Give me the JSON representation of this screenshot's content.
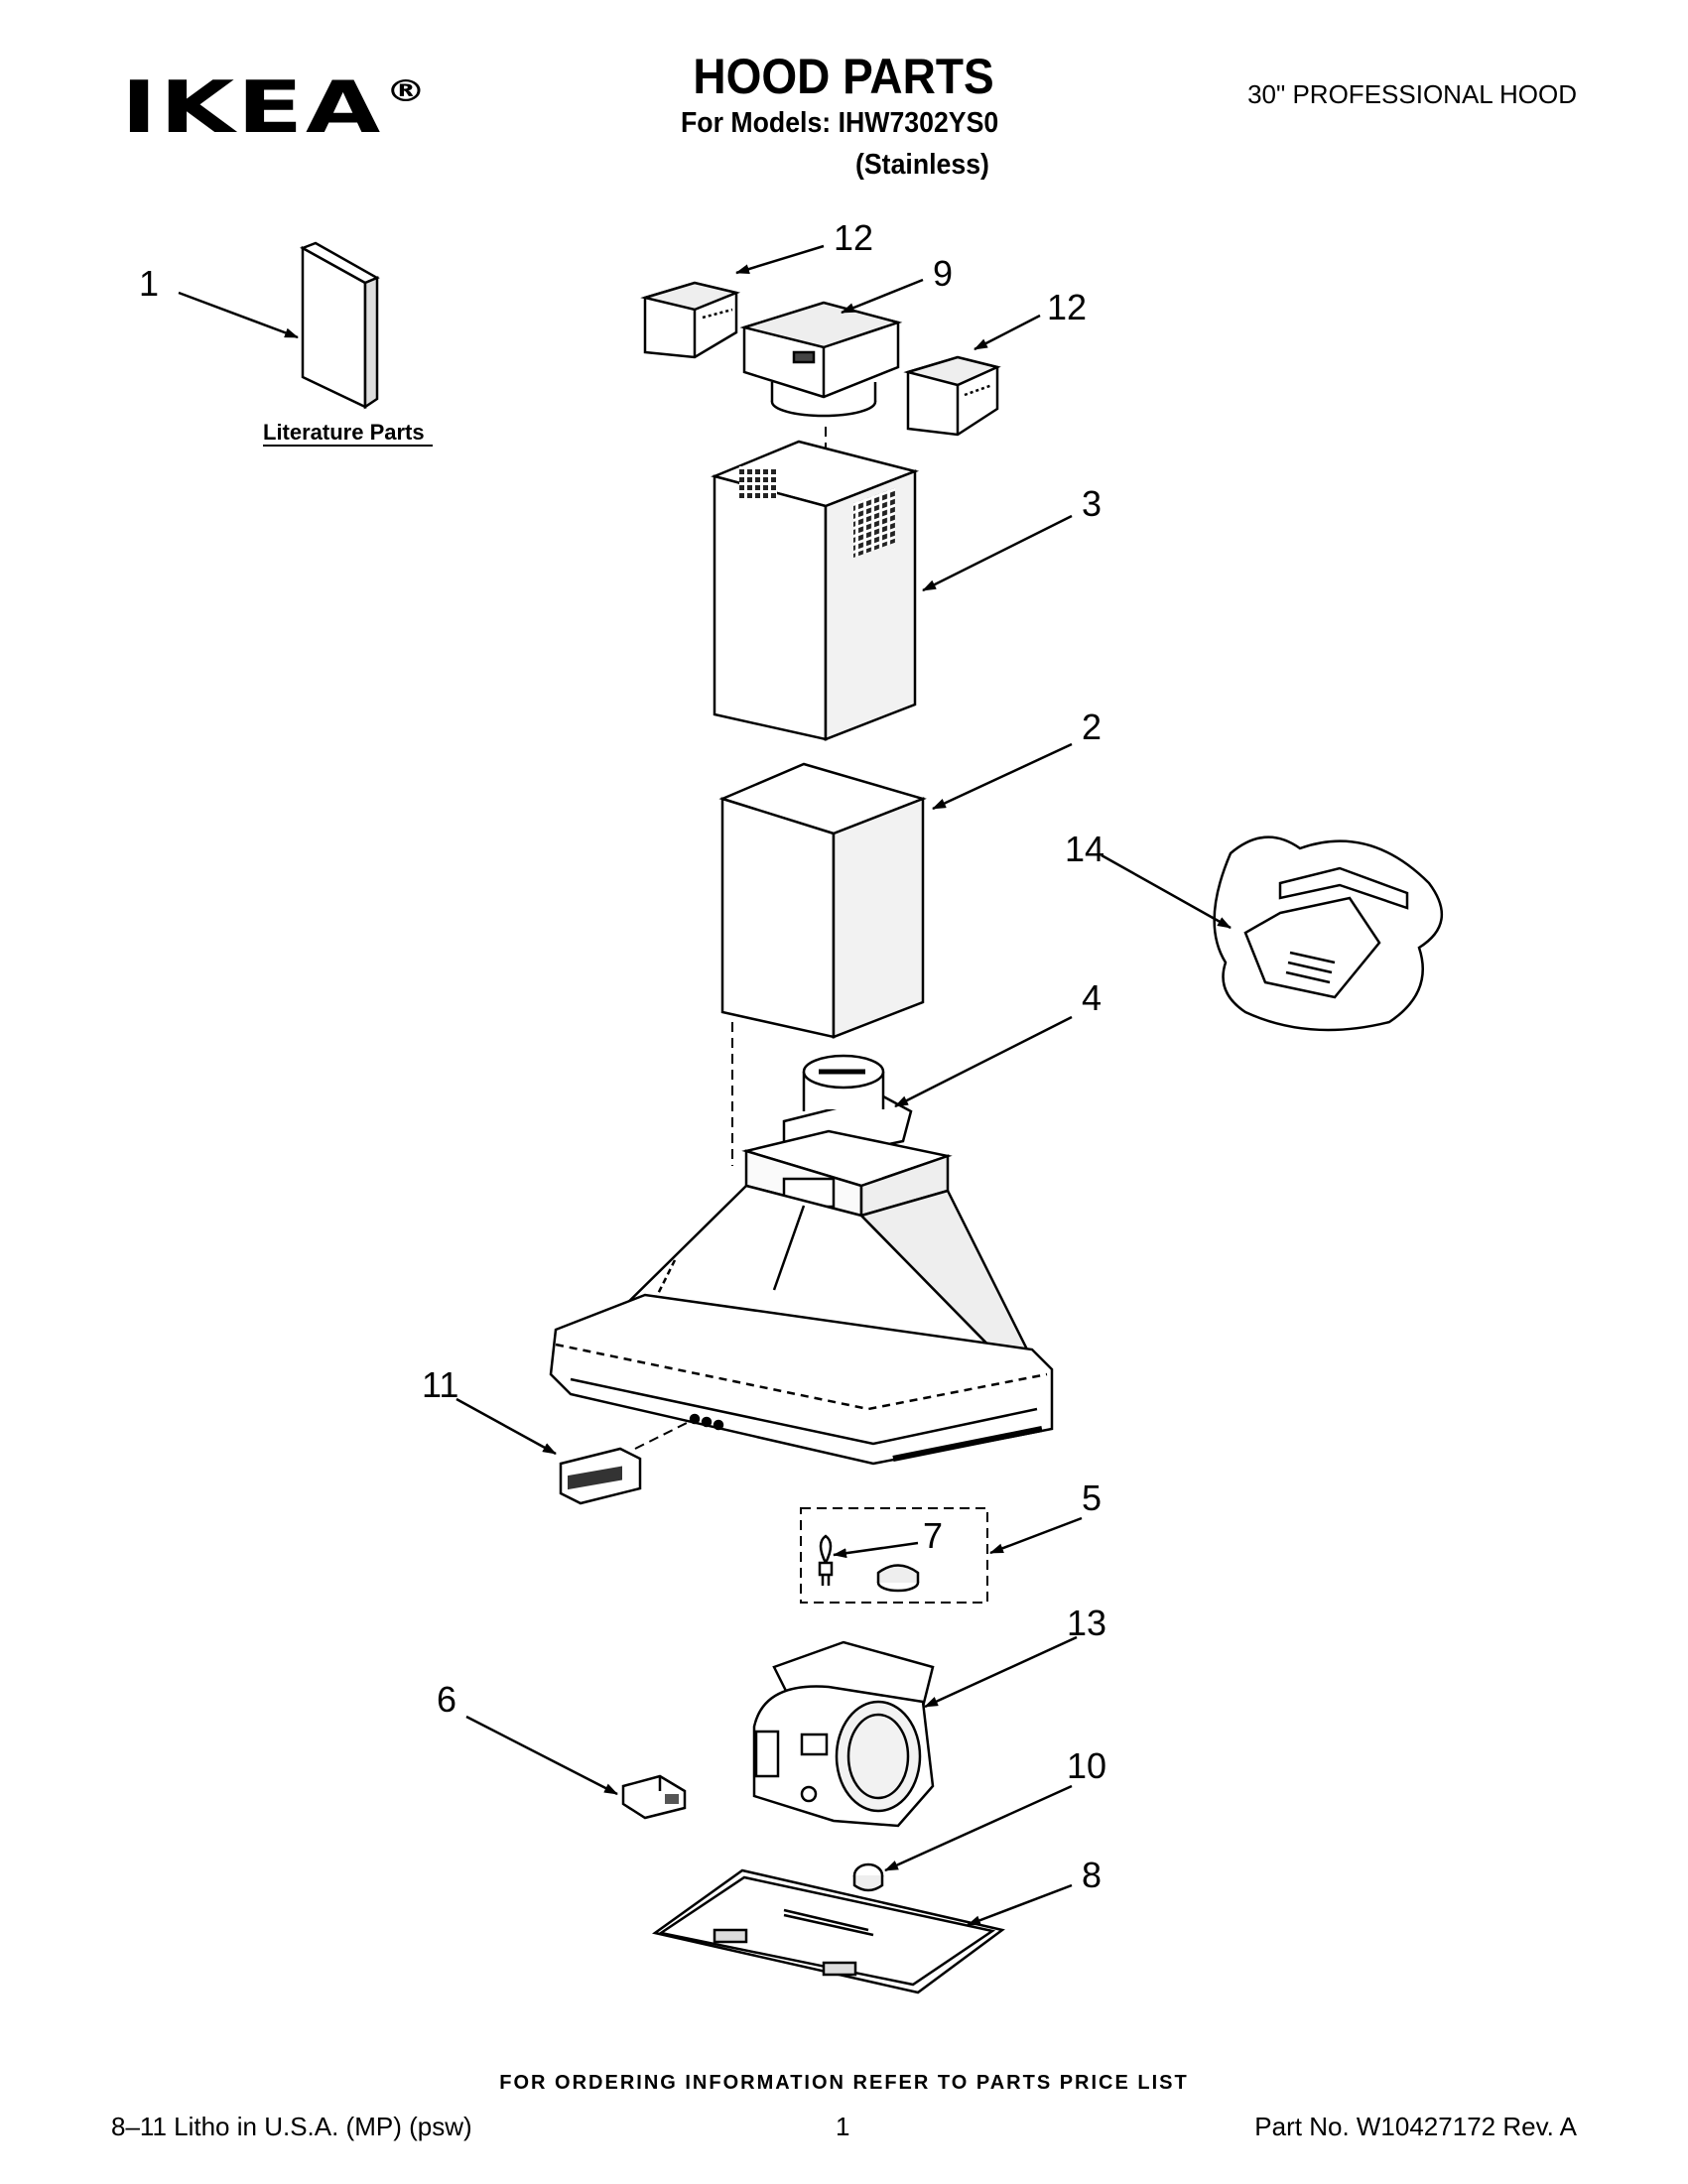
{
  "header": {
    "brand": "IKEA",
    "brand_mark": "®",
    "title": "HOOD PARTS",
    "models_line": "For Models: IHW7302YS0",
    "finish_line": "(Stainless)",
    "product": "30\" PROFESSIONAL HOOD"
  },
  "diagram": {
    "literature_label": "Literature Parts",
    "callouts": {
      "c1": "1",
      "c2": "2",
      "c3": "3",
      "c4": "4",
      "c5": "5",
      "c6": "6",
      "c7": "7",
      "c8": "8",
      "c9": "9",
      "c10": "10",
      "c11": "11",
      "c12a": "12",
      "c12b": "12",
      "c13": "13",
      "c14": "14"
    }
  },
  "footer": {
    "ordering_note": "FOR ORDERING INFORMATION REFER TO PARTS PRICE LIST",
    "litho": "8–11 Litho in U.S.A. (MP) (psw)",
    "page": "1",
    "part_no": "Part No. W10427172 Rev. A"
  },
  "colors": {
    "ink": "#000000",
    "paper": "#ffffff"
  }
}
